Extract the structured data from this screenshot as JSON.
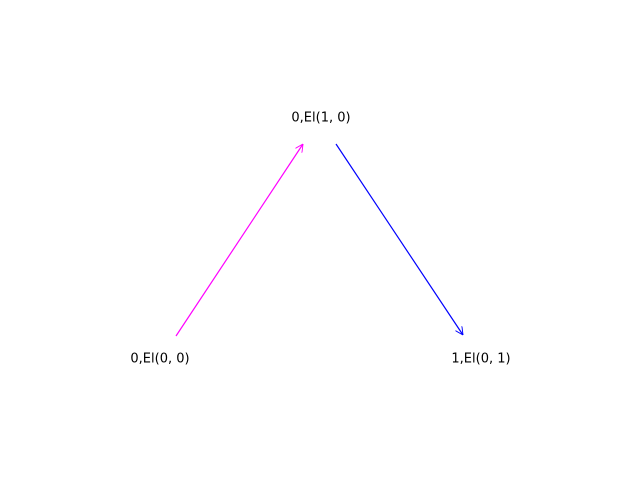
{
  "diagram": {
    "nodes": [
      {
        "id": "top",
        "label": "0,El(1, 0)"
      },
      {
        "id": "left",
        "label": "0,El(0, 0)"
      },
      {
        "id": "right",
        "label": "1,El(0, 1)"
      }
    ],
    "edges": [
      {
        "from": "left",
        "to": "top",
        "color": "#ff00ff"
      },
      {
        "from": "top",
        "to": "right",
        "color": "#0000ff"
      }
    ]
  }
}
